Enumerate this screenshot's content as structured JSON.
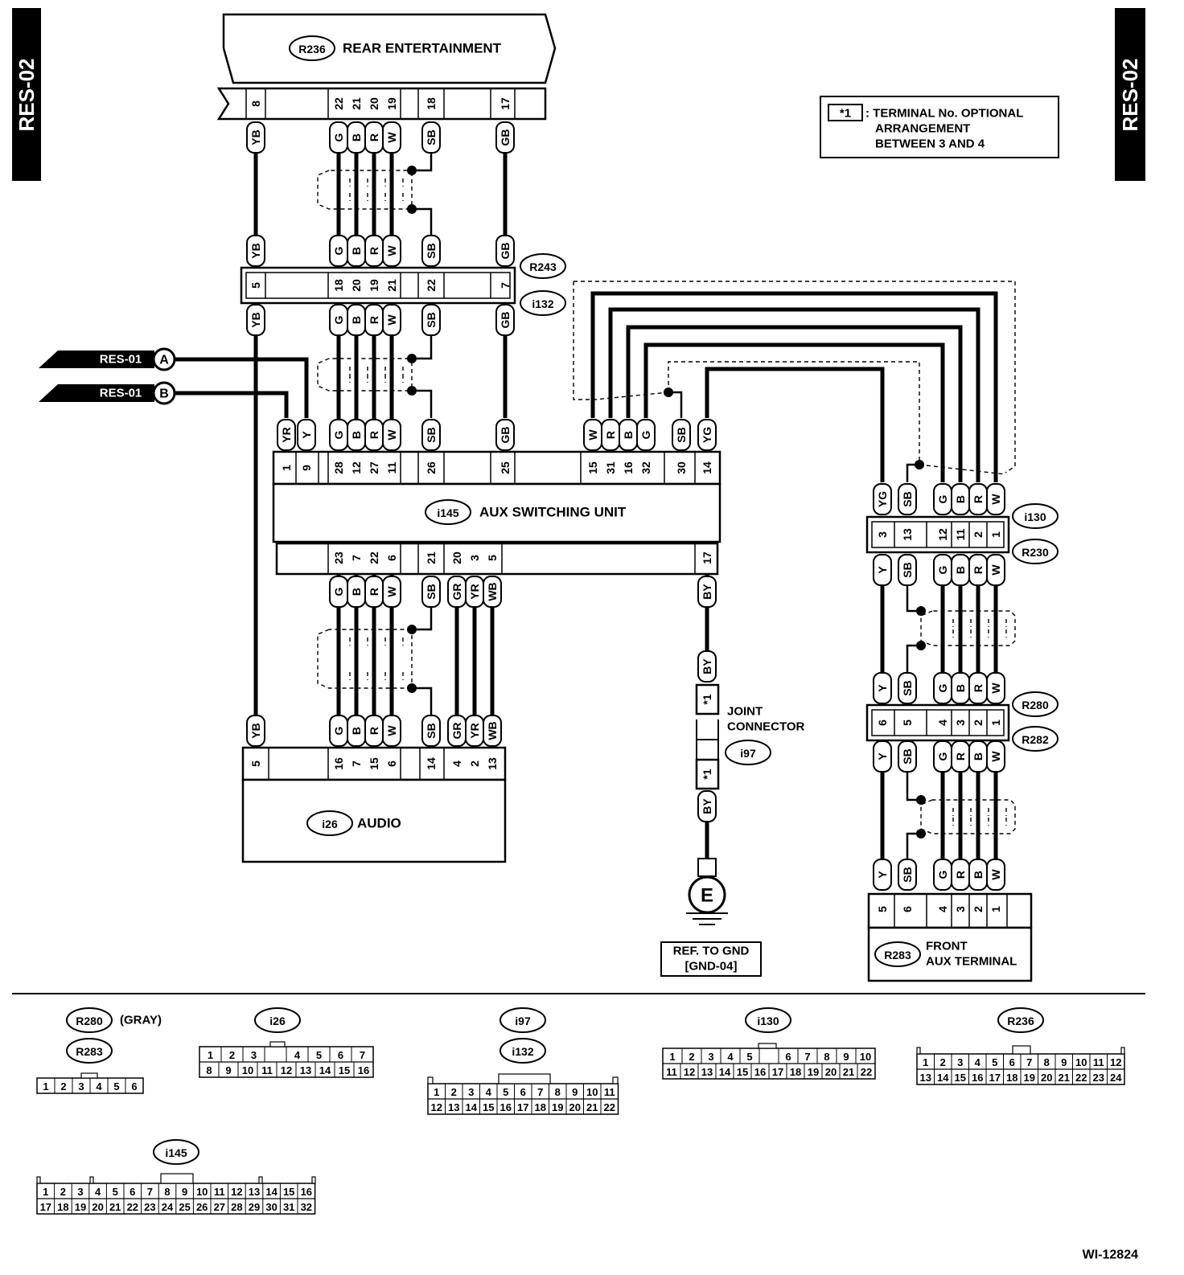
{
  "page_tag": "RES-02",
  "figure_id": "WI-12824",
  "note": {
    "symbol": "*1",
    "lines": [
      ": TERMINAL No. OPTIONAL",
      "ARRANGEMENT",
      "BETWEEN 3 AND 4"
    ]
  },
  "connectors": {
    "r236": {
      "id": "R236",
      "name": "REAR ENTERTAINMENT",
      "pins": [
        "8",
        "22",
        "21",
        "20",
        "19",
        "18",
        "17"
      ],
      "wires": [
        "YB",
        "G",
        "B",
        "R",
        "W",
        "SB",
        "GB"
      ]
    },
    "r243": {
      "id": "R243"
    },
    "i132": {
      "id": "i132",
      "pins": [
        "5",
        "18",
        "20",
        "19",
        "21",
        "22",
        "7"
      ],
      "wires_top": [
        "YB",
        "G",
        "B",
        "R",
        "W",
        "SB",
        "GB"
      ],
      "wires_bottom": [
        "YB",
        "G",
        "B",
        "R",
        "W",
        "SB",
        "GB"
      ]
    },
    "i145": {
      "id": "i145",
      "name": "AUX SWITCHING UNIT",
      "top_pins": [
        "1",
        "9",
        "28",
        "12",
        "27",
        "11",
        "26",
        "25",
        "15",
        "31",
        "16",
        "32",
        "30",
        "14"
      ],
      "top_wires": [
        "YR",
        "Y",
        "G",
        "B",
        "R",
        "W",
        "SB",
        "GB",
        "W",
        "R",
        "B",
        "G",
        "SB",
        "YG"
      ],
      "bottom_pins": [
        "23",
        "7",
        "22",
        "6",
        "21",
        "20",
        "3",
        "5",
        "17"
      ],
      "bottom_wires": [
        "G",
        "B",
        "R",
        "W",
        "SB",
        "GR",
        "YR",
        "WB",
        "BY"
      ]
    },
    "i26": {
      "id": "i26",
      "name": "AUDIO",
      "pins": [
        "5",
        "16",
        "7",
        "15",
        "6",
        "14",
        "4",
        "2",
        "13"
      ],
      "wires": [
        "YB",
        "G",
        "B",
        "R",
        "W",
        "SB",
        "GR",
        "YR",
        "WB"
      ]
    },
    "i97": {
      "id": "i97",
      "name_lines": [
        "JOINT",
        "CONNECTOR"
      ],
      "wire": "BY",
      "pin": "*1"
    },
    "ground": {
      "symbol": "E",
      "ref_lines": [
        "REF. TO GND",
        "[GND-04]"
      ]
    },
    "i130": {
      "id": "i130",
      "pins": [
        "3",
        "13",
        "12",
        "11",
        "2",
        "1"
      ],
      "wires_top": [
        "YG",
        "SB",
        "G",
        "B",
        "R",
        "W"
      ]
    },
    "r230": {
      "id": "R230",
      "wires_bottom": [
        "Y",
        "SB",
        "G",
        "B",
        "R",
        "W"
      ]
    },
    "r280": {
      "id": "R280",
      "pins": [
        "6",
        "5",
        "4",
        "3",
        "2",
        "1"
      ],
      "wires_top": [
        "Y",
        "SB",
        "G",
        "B",
        "R",
        "W"
      ]
    },
    "r282": {
      "id": "R282",
      "wires_bottom": [
        "Y",
        "SB",
        "G",
        "R",
        "B",
        "W"
      ]
    },
    "r283": {
      "id": "R283",
      "name_lines": [
        "FRONT",
        "AUX TERMINAL"
      ],
      "pins": [
        "5",
        "6",
        "4",
        "3",
        "2",
        "1"
      ],
      "wires": [
        "Y",
        "SB",
        "G",
        "R",
        "B",
        "W"
      ]
    }
  },
  "inputs": [
    {
      "label": "RES-01",
      "letter": "A"
    },
    {
      "label": "RES-01",
      "letter": "B"
    }
  ],
  "pinouts": {
    "r280_r283": {
      "labels": [
        "R280",
        "R283"
      ],
      "note": "(GRAY)",
      "row1": [
        "1",
        "2",
        "3",
        "4",
        "5",
        "6"
      ]
    },
    "i26": {
      "label": "i26",
      "row1": [
        "1",
        "2",
        "3",
        "",
        "4",
        "5",
        "6",
        "7"
      ],
      "row2": [
        "8",
        "9",
        "10",
        "11",
        "12",
        "13",
        "14",
        "15",
        "16"
      ]
    },
    "i97_i132": {
      "labels": [
        "i97",
        "i132"
      ],
      "row1": [
        "1",
        "2",
        "3",
        "4",
        "5",
        "6",
        "7",
        "8",
        "9",
        "10",
        "11"
      ],
      "row2": [
        "12",
        "13",
        "14",
        "15",
        "16",
        "17",
        "18",
        "19",
        "20",
        "21",
        "22"
      ]
    },
    "i130": {
      "label": "i130",
      "row1": [
        "1",
        "2",
        "3",
        "4",
        "5",
        "",
        "6",
        "7",
        "8",
        "9",
        "10"
      ],
      "row2": [
        "11",
        "12",
        "13",
        "14",
        "15",
        "16",
        "17",
        "18",
        "19",
        "20",
        "21",
        "22"
      ]
    },
    "r236": {
      "label": "R236",
      "row1": [
        "1",
        "2",
        "3",
        "4",
        "5",
        "6",
        "7",
        "8",
        "9",
        "10",
        "11",
        "12"
      ],
      "row2": [
        "13",
        "14",
        "15",
        "16",
        "17",
        "18",
        "19",
        "20",
        "21",
        "22",
        "23",
        "24"
      ]
    },
    "i145": {
      "label": "i145",
      "row1": [
        "1",
        "2",
        "3",
        "4",
        "5",
        "6",
        "7",
        "8",
        "9",
        "10",
        "11",
        "12",
        "13",
        "14",
        "15",
        "16"
      ],
      "row2": [
        "17",
        "18",
        "19",
        "20",
        "21",
        "22",
        "23",
        "24",
        "25",
        "26",
        "27",
        "28",
        "29",
        "30",
        "31",
        "32"
      ]
    }
  }
}
